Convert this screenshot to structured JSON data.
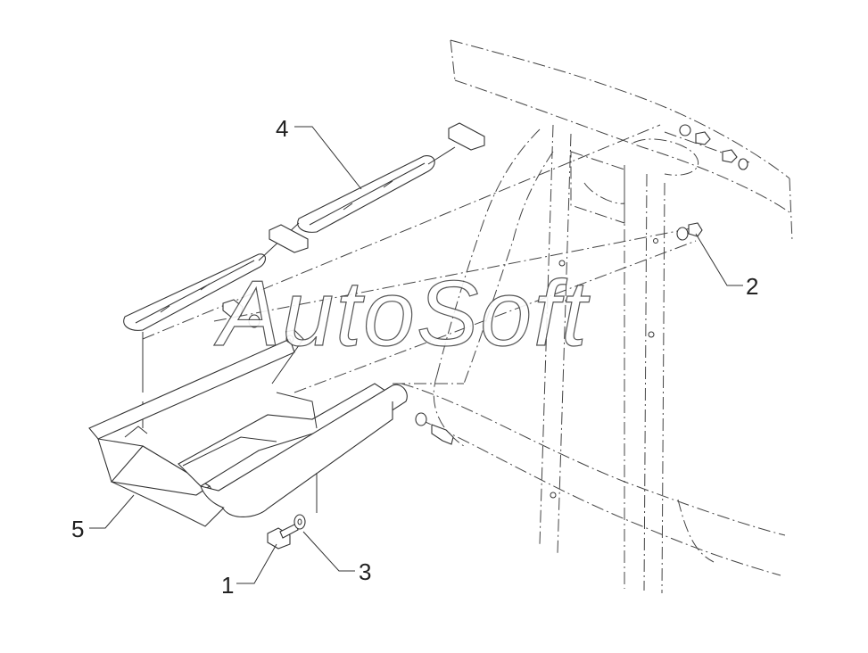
{
  "callouts": {
    "c1": "1",
    "c2": "2",
    "c3": "3",
    "c4": "4",
    "c5": "5"
  },
  "watermark": "AutoSoft",
  "colors": {
    "line": "#333333",
    "background": "#ffffff"
  }
}
